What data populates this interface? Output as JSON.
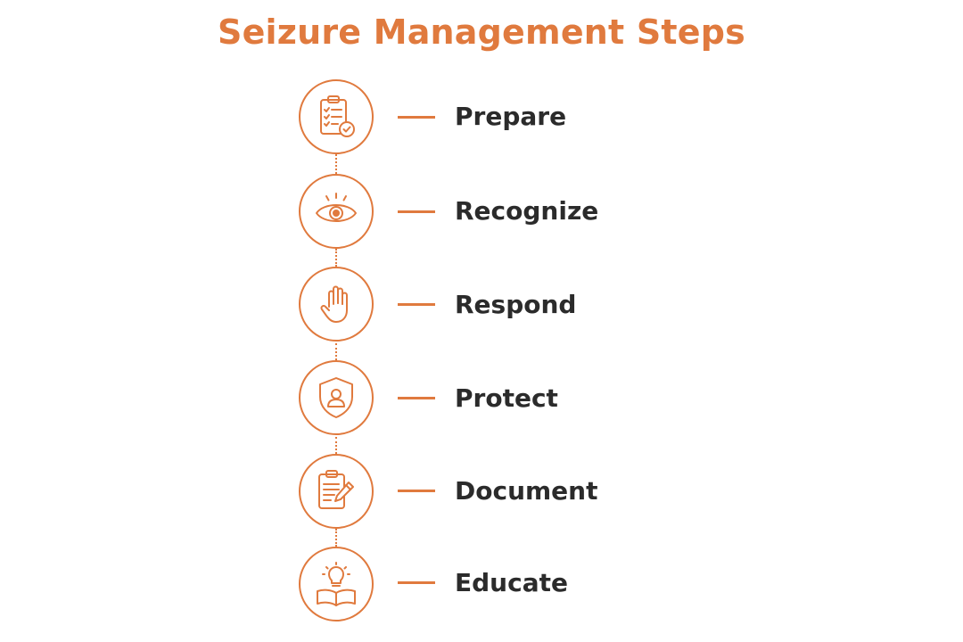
{
  "title": "Seizure Management Steps",
  "accent_color": "#E07A3E",
  "text_color": "#2b2b2b",
  "steps": [
    {
      "label": "Prepare",
      "icon": "clipboard-checklist-icon"
    },
    {
      "label": "Recognize",
      "icon": "eye-icon"
    },
    {
      "label": "Respond",
      "icon": "hand-icon"
    },
    {
      "label": "Protect",
      "icon": "shield-person-icon"
    },
    {
      "label": "Document",
      "icon": "clipboard-pencil-icon"
    },
    {
      "label": "Educate",
      "icon": "lightbulb-book-icon"
    }
  ]
}
